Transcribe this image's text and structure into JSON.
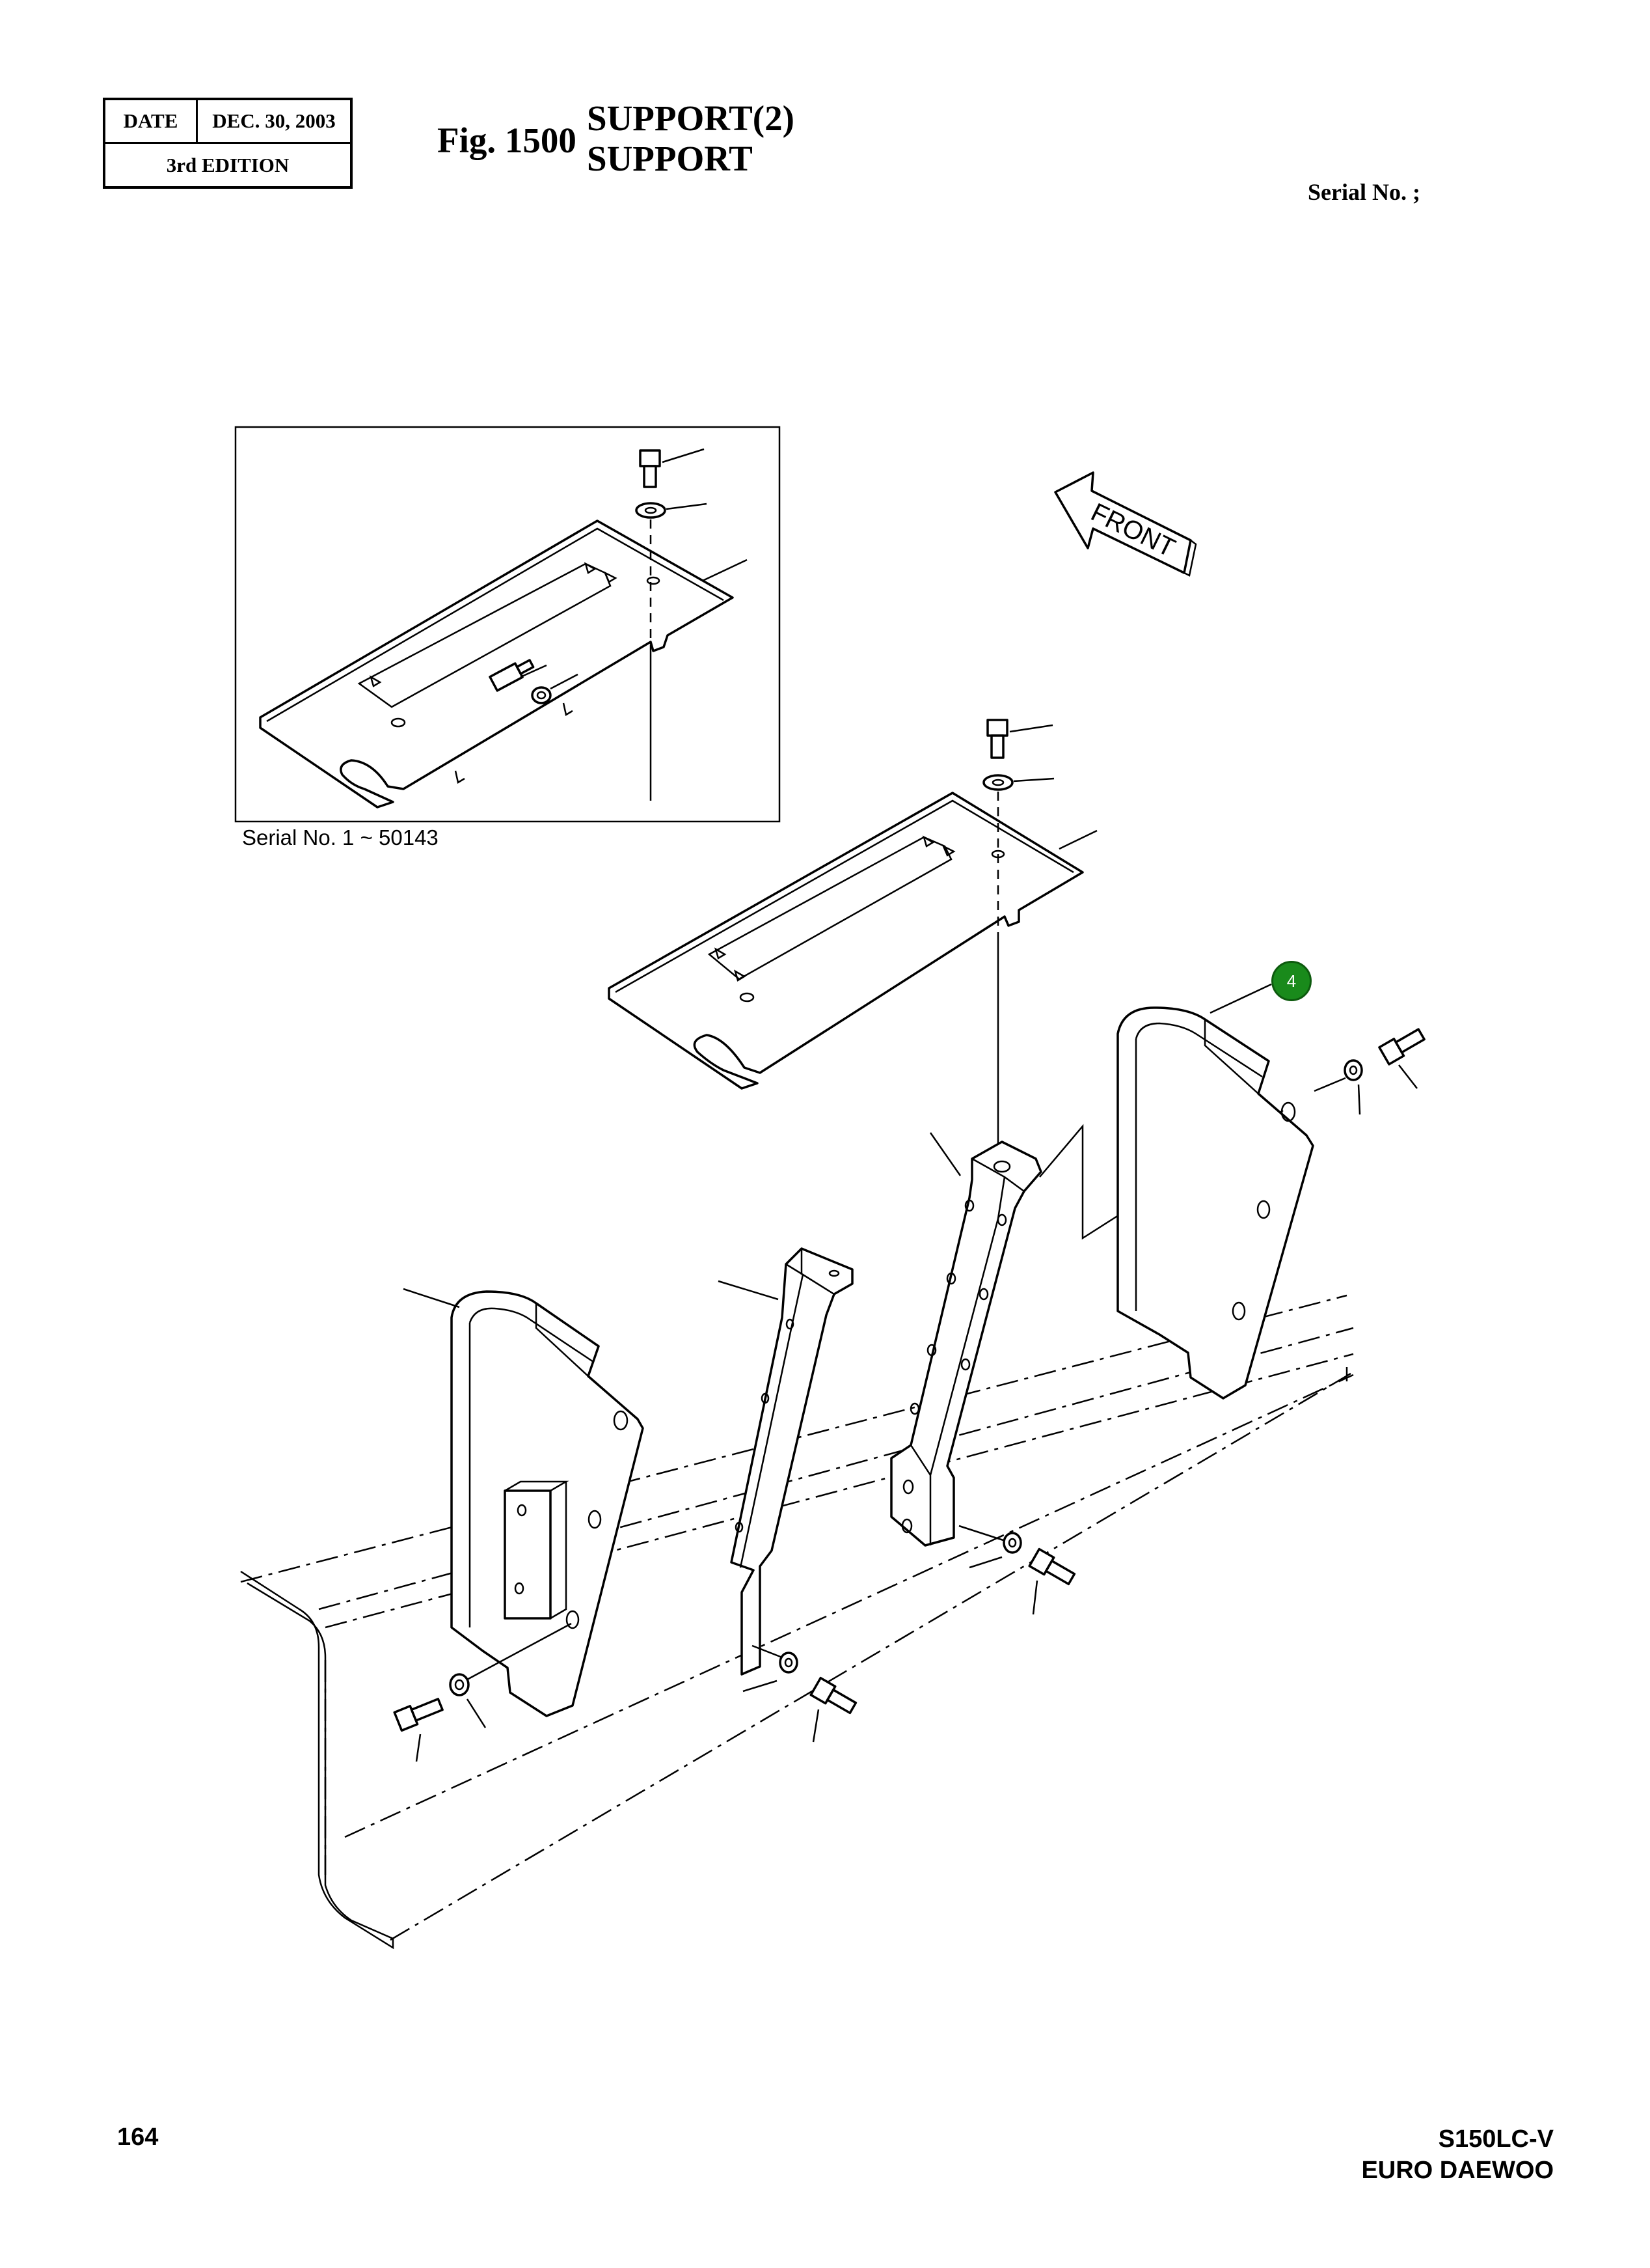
{
  "header": {
    "date_label": "DATE",
    "date_value": "DEC. 30, 2003",
    "edition": "3rd  EDITION",
    "fig_number": "Fig. 1500",
    "title_line1": "SUPPORT(2)",
    "title_line2": "SUPPORT",
    "serial_label": "Serial No. ;"
  },
  "diagram": {
    "inset_serial": "Serial No. 1 ~ 50143",
    "front_label": "FRONT",
    "callout_number": "4",
    "callout_color": "#198a1b"
  },
  "footer": {
    "page_number": "164",
    "model_line1": "S150LC-V",
    "model_line2": "EURO DAEWOO"
  }
}
